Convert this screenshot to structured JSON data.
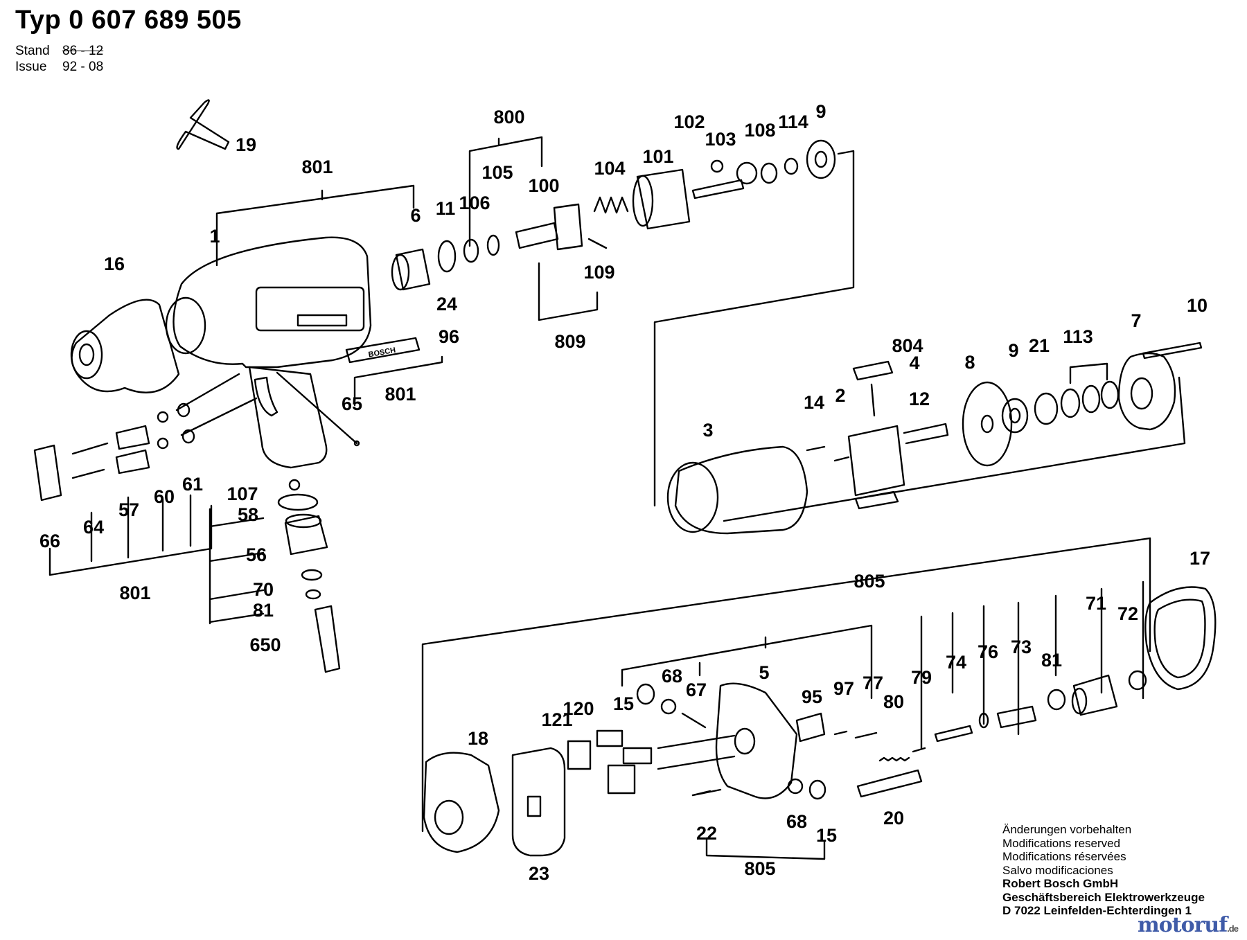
{
  "header": {
    "title": "Typ 0 607 689 505",
    "stand_label": "Stand",
    "stand_value": "86 - 12",
    "issue_label": "Issue",
    "issue_value": "92 - 08"
  },
  "notes": {
    "lines": [
      "Änderungen vorbehalten",
      "Modifications reserved",
      "Modifications réservées",
      "Salvo modificaciones"
    ],
    "company": [
      "Robert Bosch GmbH",
      "Geschäftsbereich Elektrowerkzeuge",
      "D 7022 Leinfelden-Echterdingen 1"
    ]
  },
  "watermark": {
    "text": "motoruf",
    "suffix": ".de"
  },
  "brand_label": "BOSCH",
  "part_labels": [
    "19",
    "801",
    "16",
    "1",
    "6",
    "11",
    "106",
    "105",
    "800",
    "100",
    "104",
    "101",
    "102",
    "103",
    "108",
    "114",
    "9",
    "109",
    "809",
    "24",
    "96",
    "801",
    "65",
    "66",
    "64",
    "57",
    "60",
    "61",
    "107",
    "58",
    "56",
    "70",
    "81",
    "650",
    "801",
    "804",
    "4",
    "12",
    "14",
    "2",
    "3",
    "8",
    "9",
    "21",
    "113",
    "7",
    "10",
    "805",
    "17",
    "18",
    "121",
    "120",
    "15",
    "68",
    "67",
    "5",
    "95",
    "97",
    "77",
    "80",
    "79",
    "74",
    "76",
    "73",
    "81",
    "71",
    "72",
    "22",
    "68",
    "15",
    "20",
    "805",
    "23"
  ]
}
